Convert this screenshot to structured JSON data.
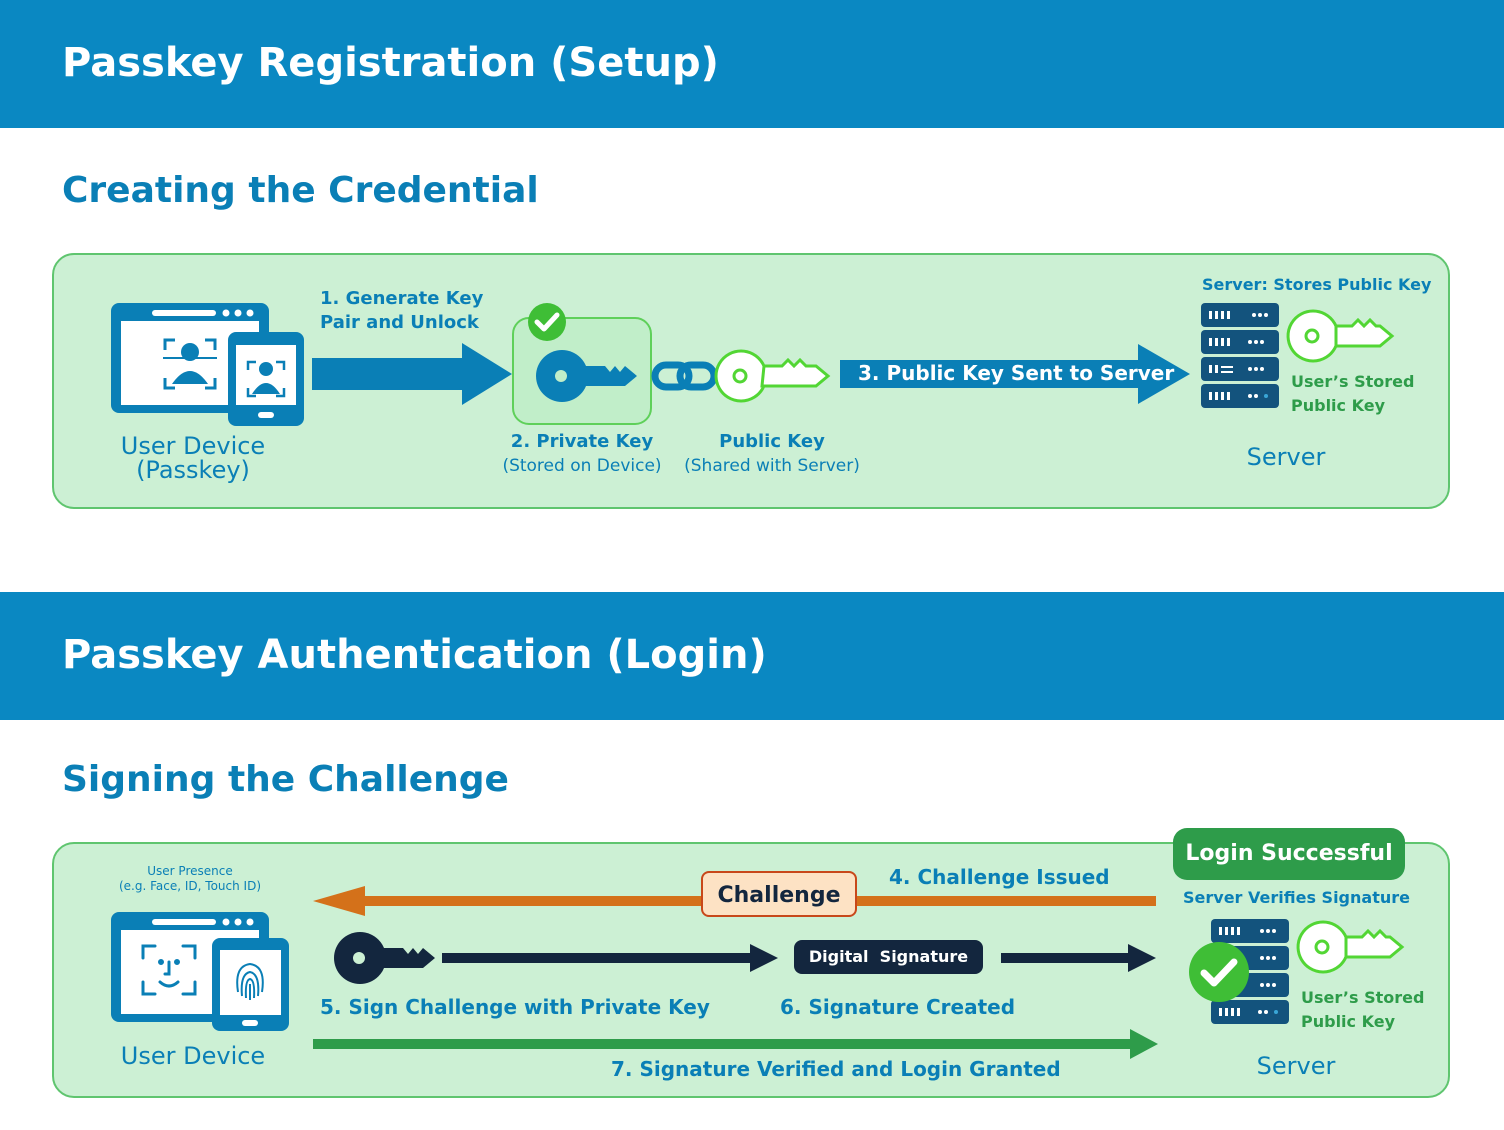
{
  "registration": {
    "banner_title": "Passkey Registration (Setup)",
    "section_title": "Creating the Credential",
    "user_device_label": "User Device\n(Passkey)",
    "step1": "1. Generate Key\nPair and Unlock",
    "private_key_label": "2. Private Key",
    "private_key_sub": "(Stored on Device)",
    "public_key_label": "Public Key",
    "public_key_sub": "(Shared with Server)",
    "step3": "3. Public Key Sent to Server",
    "server_top": "Server: Stores Public Key",
    "stored_key_label": "User’s Stored\nPublic Key",
    "server_label": "Server"
  },
  "authentication": {
    "banner_title": "Passkey Authentication (Login)",
    "section_title": "Signing the Challenge",
    "presence_label": "User Presence\n(e.g. Face, ID, Touch ID)",
    "user_device_label": "User Device",
    "challenge_box": "Challenge",
    "step4": "4. Challenge Issued",
    "login_success": "Login Successful",
    "server_verifies": "Server Verifies Signature",
    "digital_signature": "Digital  Signature",
    "step5": "5. Sign Challenge with Private Key",
    "step6": "6. Signature Created",
    "stored_key_label": "User’s Stored\nPublic Key",
    "server_label": "Server",
    "step7": "7. Signature Verified and Login Granted"
  },
  "colors": {
    "banner": "#0a88c2",
    "panel": "#ccf0d4",
    "arrow_blue": "#0a7fb6",
    "arrow_orange": "#d4711a",
    "arrow_navy": "#13263e",
    "arrow_green": "#2e9c4a",
    "key_green": "#52d634"
  }
}
